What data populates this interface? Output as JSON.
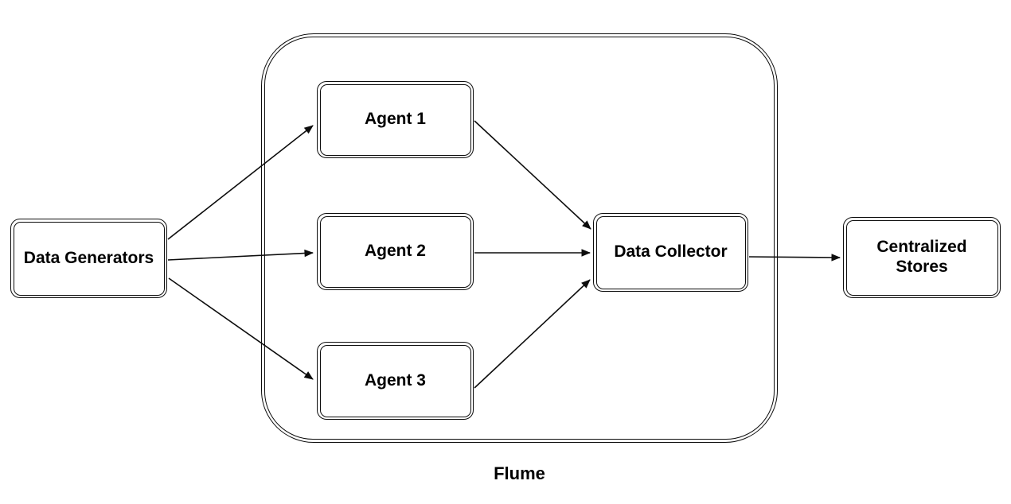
{
  "diagram": {
    "container": {
      "label": "Flume"
    },
    "nodes": [
      {
        "id": "data-generators",
        "label": "Data Generators"
      },
      {
        "id": "agent-1",
        "label": "Agent 1"
      },
      {
        "id": "agent-2",
        "label": "Agent 2"
      },
      {
        "id": "agent-3",
        "label": "Agent 3"
      },
      {
        "id": "data-collector",
        "label": "Data Collector"
      },
      {
        "id": "centralized-stores",
        "label": "Centralized\nStores"
      }
    ],
    "edges": [
      {
        "from": "data-generators",
        "to": "agent-1"
      },
      {
        "from": "data-generators",
        "to": "agent-2"
      },
      {
        "from": "data-generators",
        "to": "agent-3"
      },
      {
        "from": "agent-1",
        "to": "data-collector"
      },
      {
        "from": "agent-2",
        "to": "data-collector"
      },
      {
        "from": "agent-3",
        "to": "data-collector"
      },
      {
        "from": "data-collector",
        "to": "centralized-stores"
      }
    ],
    "colors": {
      "stroke": "#0d0d0d",
      "fill": "#ffffff",
      "text": "#000000"
    }
  }
}
